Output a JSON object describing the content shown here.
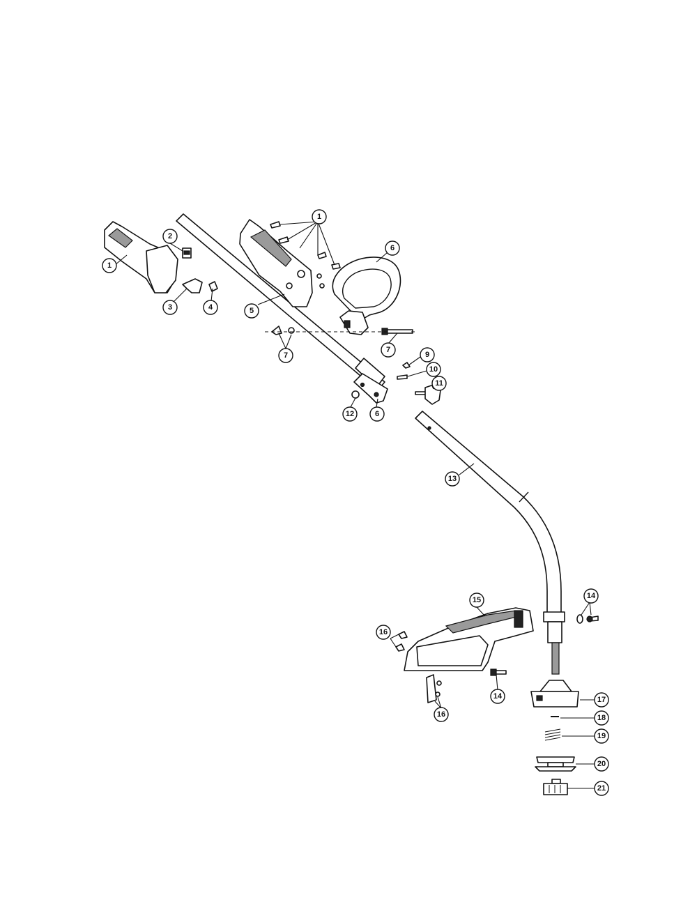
{
  "callouts": [
    {
      "id": "c1a",
      "label": "1"
    },
    {
      "id": "c1b",
      "label": "1"
    },
    {
      "id": "c2",
      "label": "2"
    },
    {
      "id": "c3",
      "label": "3"
    },
    {
      "id": "c4",
      "label": "4"
    },
    {
      "id": "c5",
      "label": "5"
    },
    {
      "id": "c6a",
      "label": "6"
    },
    {
      "id": "c6b",
      "label": "6"
    },
    {
      "id": "c7a",
      "label": "7"
    },
    {
      "id": "c7b",
      "label": "7"
    },
    {
      "id": "c9",
      "label": "9"
    },
    {
      "id": "c10",
      "label": "10"
    },
    {
      "id": "c11",
      "label": "11"
    },
    {
      "id": "c12",
      "label": "12"
    },
    {
      "id": "c13",
      "label": "13"
    },
    {
      "id": "c14a",
      "label": "14"
    },
    {
      "id": "c14b",
      "label": "14"
    },
    {
      "id": "c15",
      "label": "15"
    },
    {
      "id": "c16a",
      "label": "16"
    },
    {
      "id": "c16b",
      "label": "16"
    },
    {
      "id": "c17",
      "label": "17"
    },
    {
      "id": "c18",
      "label": "18"
    },
    {
      "id": "c19",
      "label": "19"
    },
    {
      "id": "c20",
      "label": "20"
    },
    {
      "id": "c21",
      "label": "21"
    }
  ]
}
